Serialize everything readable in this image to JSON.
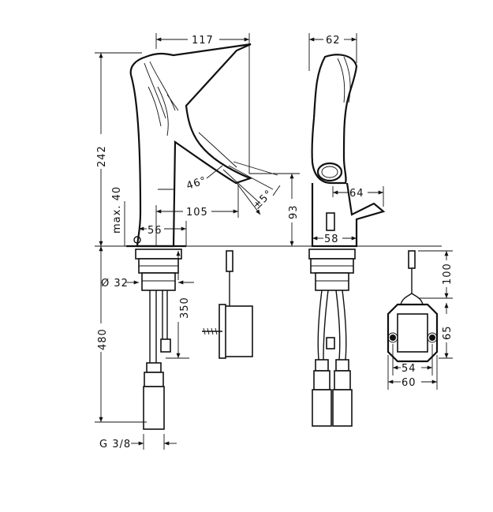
{
  "dimensions": {
    "spout_reach": "117",
    "side_depth": "62",
    "total_height": "242",
    "max_40": "max. 40",
    "angle_46": "46°",
    "tolerance_5": "±5°",
    "reach_105": "105",
    "height_93": "93",
    "base_56": "56",
    "side_64": "64",
    "side_58": "58",
    "diameter_32": "Ø 32",
    "length_350": "350",
    "length_480": "480",
    "thread_g38": "G 3/8",
    "box_height_100": "100",
    "box_height_65": "65",
    "box_width_54": "54",
    "box_width_60": "60"
  }
}
